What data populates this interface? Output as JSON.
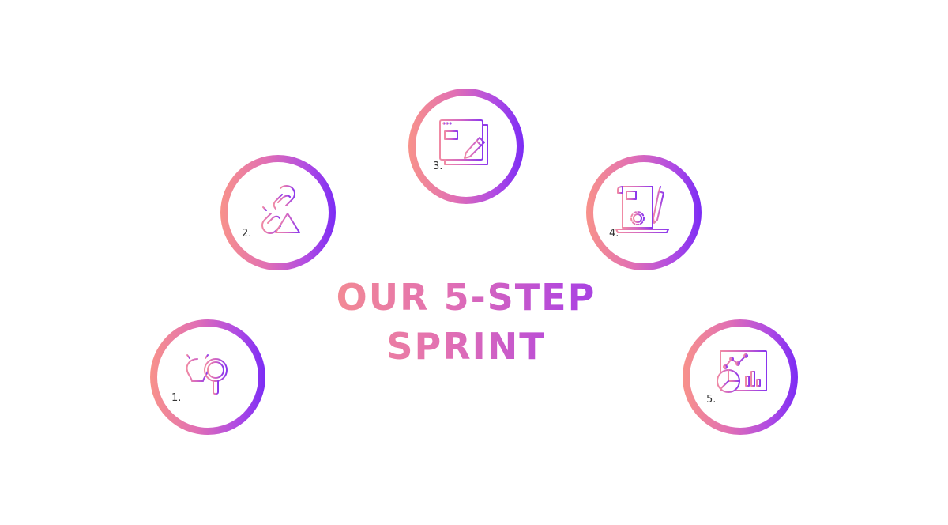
{
  "title": {
    "line1": "OUR 5-STEP",
    "line2": "SPRINT"
  },
  "steps": [
    {
      "number": "1.",
      "icon": "lightbulb-magnifier-icon"
    },
    {
      "number": "2.",
      "icon": "broken-link-warning-icon"
    },
    {
      "number": "3.",
      "icon": "browser-edit-icon"
    },
    {
      "number": "4.",
      "icon": "document-settings-pen-icon"
    },
    {
      "number": "5.",
      "icon": "analytics-dashboard-icon"
    }
  ],
  "colors": {
    "gradient_start": "#f8928a",
    "gradient_mid": "#e16fb4",
    "gradient_end": "#7b2cf5",
    "number_text": "#333333"
  }
}
